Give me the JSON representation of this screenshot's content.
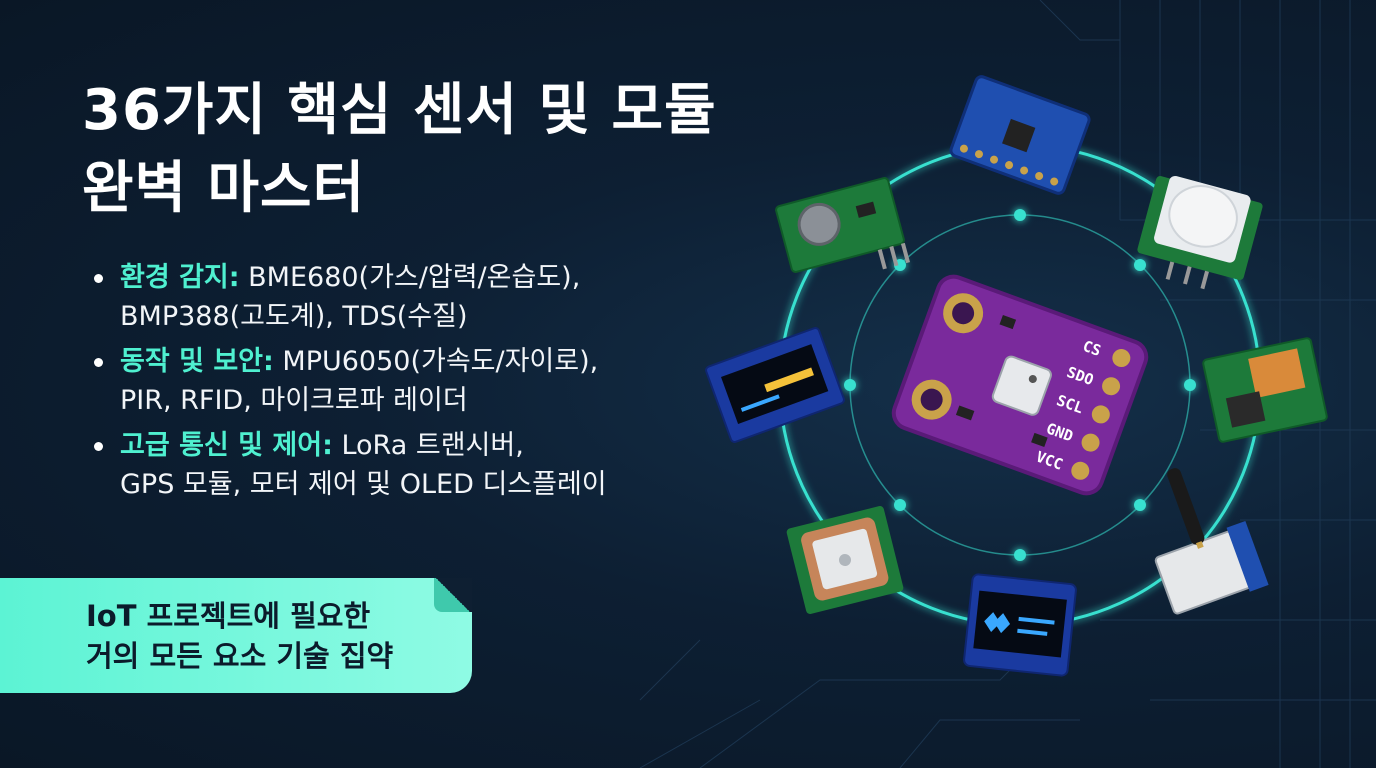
{
  "headline": {
    "line1": "36가지 핵심 센서 및 모듈",
    "line2": "완벽 마스터"
  },
  "bullets": [
    {
      "label": "환경 감지:",
      "line1": " BME680(가스/압력/온습도),",
      "line2": "BMP388(고도계), TDS(수질)"
    },
    {
      "label": "동작 및 보안:",
      "line1": " MPU6050(가속도/자이로),",
      "line2": "PIR, RFID, 마이크로파 레이더"
    },
    {
      "label": "고급 통신 및 제어:",
      "line1": " LoRa 트랜시버,",
      "line2": "GPS 모듈, 모터 제어 및 OLED 디스플레이"
    }
  ],
  "callout": {
    "line1": "IoT 프로젝트에 필요한",
    "line2": "거의 모든 요소 기술 집약"
  },
  "sensor_board": {
    "pins": [
      "CS",
      "SDO",
      "SCL",
      "GND",
      "VCC"
    ]
  },
  "colors": {
    "accent": "#4ff0d0",
    "ring": "#37e0cf",
    "background": "#0d1f33",
    "callout": "#6ef5d9",
    "board_purple": "#7a2a9c"
  },
  "icons": {
    "main_chip": "sensor-board-icon",
    "modules": [
      "accelerometer-module-icon",
      "pir-module-icon",
      "gps-antenna-module-icon",
      "lora-module-icon",
      "oled-module-icon",
      "patch-antenna-module-icon",
      "oled-display-module-icon",
      "microphone-module-icon"
    ]
  }
}
